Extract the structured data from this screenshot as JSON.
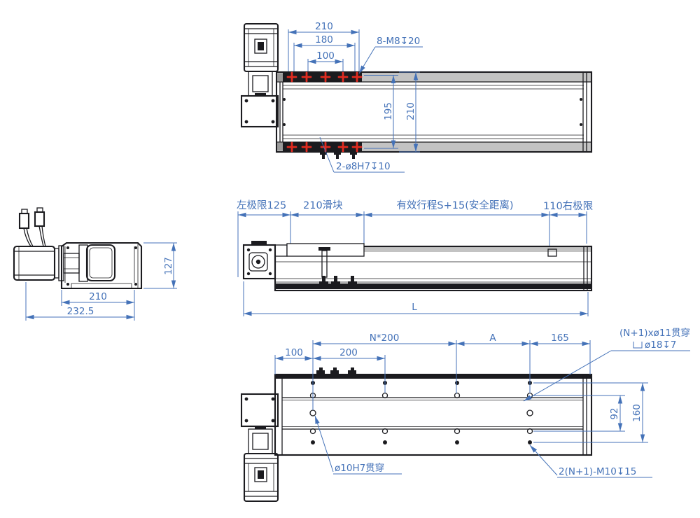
{
  "drawing": {
    "colors": {
      "dimension_blue": "#4472b8",
      "marker_red": "#e02b20",
      "line_black": "#1b1b1f",
      "rail_gray": "#c3c3c3"
    },
    "top_view": {
      "dim_slider_length": "210",
      "dim_180": "180",
      "dim_100": "100",
      "callout_carriage_taps": "8-M8↧20",
      "dim_width_inner": "195",
      "dim_width_outer": "210",
      "callout_dowel_holes": "2-ø8H7↧10"
    },
    "side_view": {
      "label_left_limit": "左极限125",
      "label_slider": "210滑块",
      "label_stroke": "有效行程S+15(安全距离)",
      "label_right_limit": "110右极限",
      "dim_total_length": "L"
    },
    "end_view": {
      "dim_height": "127",
      "dim_body_width": "210",
      "dim_total_width": "232.5"
    },
    "bottom_view": {
      "dim_100": "100",
      "dim_200": "200",
      "dim_pitch": "N*200",
      "dim_A": "A",
      "dim_165": "165",
      "callout_through_holes": "(N+1)xø11贯穿",
      "callout_counterbore": "ø18↧7",
      "dim_92": "92",
      "dim_160": "160",
      "callout_dowel": "ø10H7贯穿",
      "callout_taps": "2(N+1)-M10↧15"
    }
  }
}
